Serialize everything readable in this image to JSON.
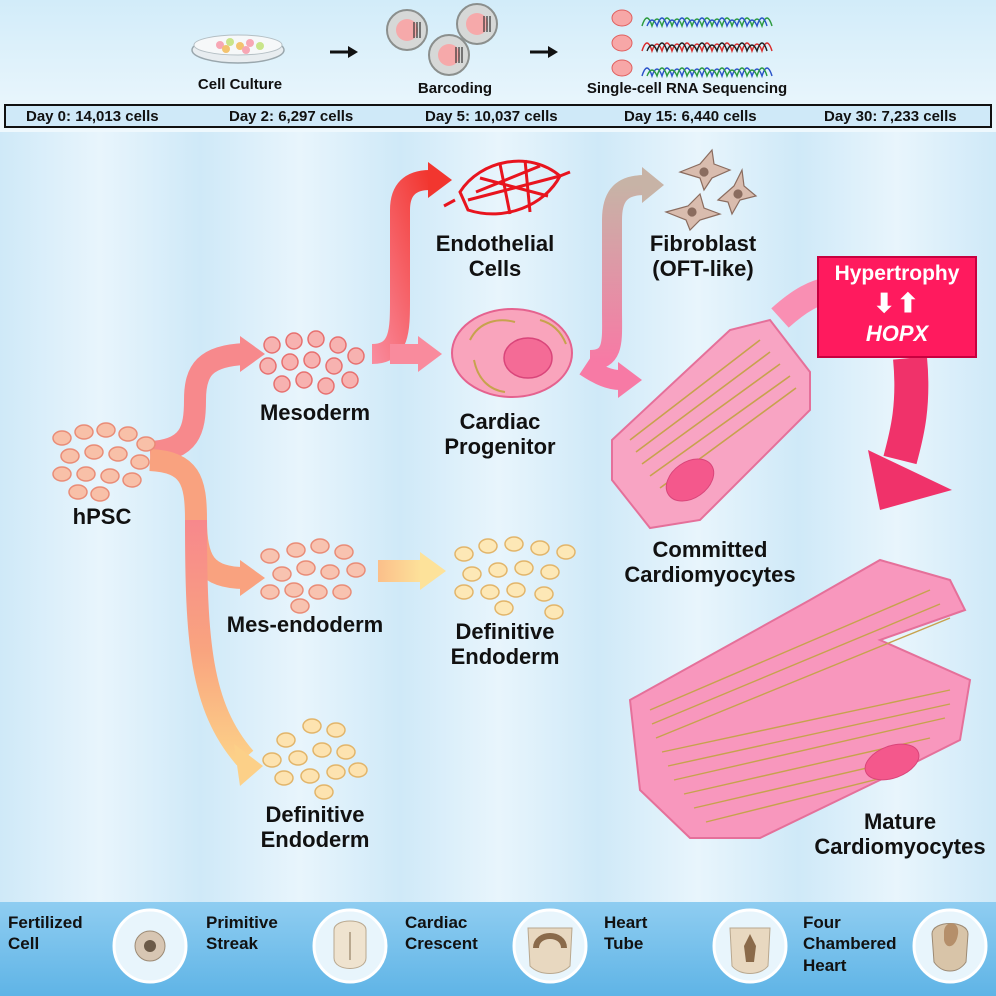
{
  "workflow": {
    "steps": [
      "Cell Culture",
      "Barcoding",
      "Single-cell RNA Sequencing"
    ]
  },
  "days": [
    {
      "label": "Day 0: 14,013 cells"
    },
    {
      "label": "Day 2: 6,297 cells"
    },
    {
      "label": "Day 5: 10,037 cells"
    },
    {
      "label": "Day 15: 6,440 cells"
    },
    {
      "label": "Day 30: 7,233 cells"
    }
  ],
  "cells": {
    "hpsc": "hPSC",
    "mesoderm": "Mesoderm",
    "mes_endoderm": "Mes-endoderm",
    "definitive_endoderm_left": "Definitive\nEndoderm",
    "endothelial": "Endothelial\nCells",
    "cardiac_progenitor": "Cardiac\nProgenitor",
    "definitive_endoderm_mid": "Definitive\nEndoderm",
    "fibroblast": "Fibroblast\n(OFT-like)",
    "committed": "Committed\nCardiomyocytes",
    "mature": "Mature\nCardiomyocytes"
  },
  "hypertrophy": {
    "title": "Hypertrophy",
    "arrows": "⬇⬆",
    "gene": "HOPX",
    "color": "#ff1a5e"
  },
  "stages": [
    {
      "label": "Fertilized\nCell"
    },
    {
      "label": "Primitive\nStreak"
    },
    {
      "label": "Cardiac\nCrescent"
    },
    {
      "label": "Heart\nTube"
    },
    {
      "label": "Four\nChambered\nHeart"
    }
  ],
  "colors": {
    "mesoderm_cell": "#f6a3a6",
    "endoderm_cell": "#fde0a8",
    "cardio_pink": "#f98fb3",
    "endothelial_red": "#e8141e",
    "fibroblast_tan": "#d8b3a0"
  }
}
